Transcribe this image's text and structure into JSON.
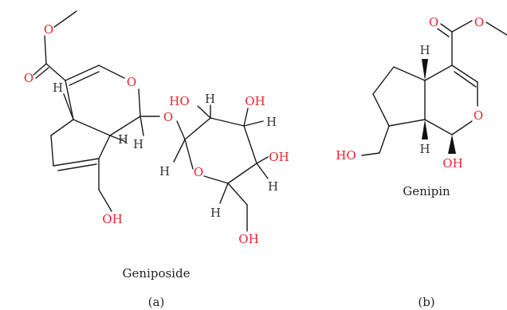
{
  "colors": {
    "heteroatom": "#e8232d",
    "hydrogen": "#333333",
    "bond": "#1a1a1a"
  },
  "molecule_a": {
    "name": "Geniposide",
    "panel": "(a)",
    "atoms": {
      "ester_o_single": "O",
      "ester_o_double": "O",
      "ring_o_iridoid": "O",
      "glycosidic_o": "O",
      "pyranose_o": "O",
      "h_4a": "H",
      "h_7a": "H",
      "h_1": "H",
      "h_1p": "H",
      "h_2p": "H",
      "h_3p": "H",
      "h_4p": "H",
      "h_5p": "H",
      "oh_2p": "HO",
      "oh_3p": "OH",
      "oh_4p": "OH",
      "oh_6p": "OH",
      "oh_10": "OH"
    }
  },
  "molecule_b": {
    "name": "Genipin",
    "panel": "(b)",
    "atoms": {
      "ester_o_double": "O",
      "ester_o_single": "O",
      "ring_o": "O",
      "h_top": "H",
      "h_bottom": "H",
      "oh_left": "HO",
      "oh_bottom": "OH"
    }
  }
}
